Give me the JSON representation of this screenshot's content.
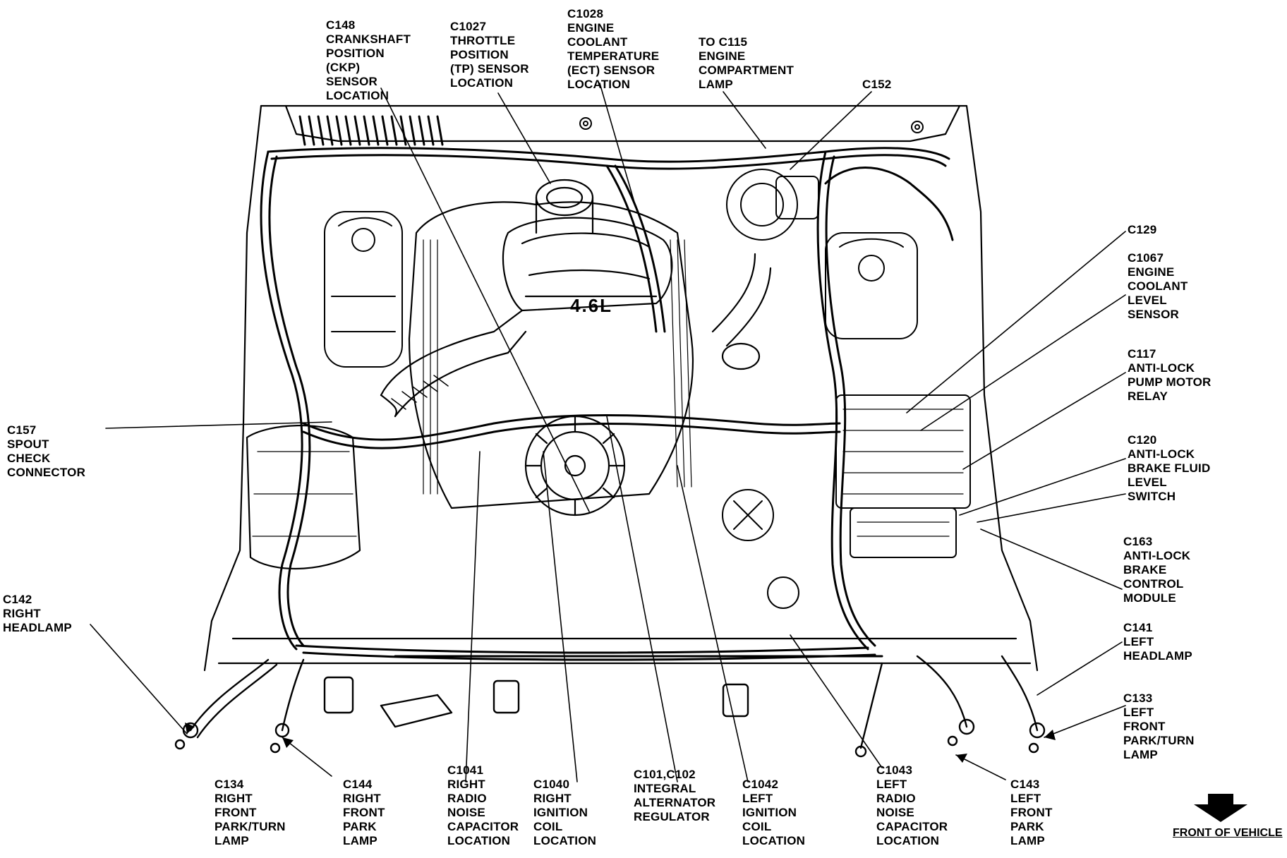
{
  "diagram": {
    "engine_badge": "4.6L",
    "front_of_vehicle": "FRONT OF VEHICLE",
    "callouts": {
      "c148": "C148\nCRANKSHAFT\nPOSITION\n(CKP)\nSENSOR\nLOCATION",
      "c1027": "C1027\nTHROTTLE\nPOSITION\n(TP) SENSOR\nLOCATION",
      "c1028": "C1028\nENGINE\nCOOLANT\nTEMPERATURE\n(ECT) SENSOR\nLOCATION",
      "c115": "TO C115\nENGINE\nCOMPARTMENT\nLAMP",
      "c152": "C152",
      "c129": "C129",
      "c1067": "C1067\nENGINE\nCOOLANT\nLEVEL\nSENSOR",
      "c117": "C117\nANTI-LOCK\nPUMP MOTOR\nRELAY",
      "c120": "C120\nANTI-LOCK\nBRAKE FLUID\nLEVEL\nSWITCH",
      "c163": "C163\nANTI-LOCK\nBRAKE\nCONTROL\nMODULE",
      "c141": "C141\nLEFT\nHEADLAMP",
      "c133": "C133\nLEFT\nFRONT\nPARK/TURN\nLAMP",
      "c157": "C157\nSPOUT\nCHECK\nCONNECTOR",
      "c142": "C142\nRIGHT\nHEADLAMP",
      "c134": "C134\nRIGHT\nFRONT\nPARK/TURN\nLAMP",
      "c144": "C144\nRIGHT\nFRONT\nPARK\nLAMP",
      "c1041": "C1041\nRIGHT\nRADIO\nNOISE\nCAPACITOR\nLOCATION",
      "c1040": "C1040\nRIGHT\nIGNITION\nCOIL\nLOCATION",
      "c101": "C101,C102\nINTEGRAL\nALTERNATOR\nREGULATOR",
      "c1042": "C1042\nLEFT\nIGNITION\nCOIL\nLOCATION",
      "c1043": "C1043\nLEFT\nRADIO\nNOISE\nCAPACITOR\nLOCATION",
      "c143": "C143\nLEFT\nFRONT\nPARK\nLAMP"
    }
  }
}
